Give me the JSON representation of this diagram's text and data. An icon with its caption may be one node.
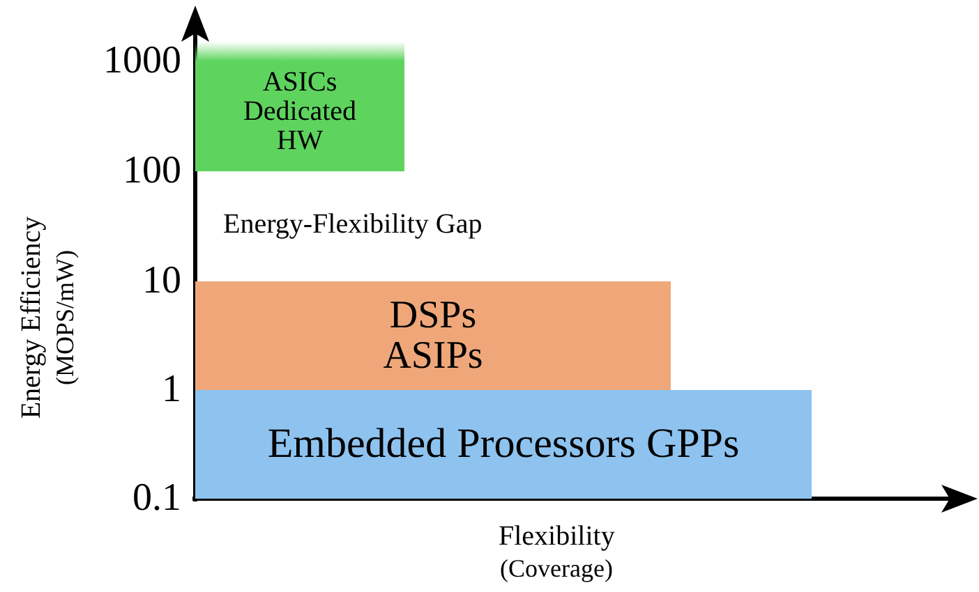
{
  "diagram": {
    "nodes": [
      {
        "text": [
          "ASICs Dedicated HW"
        ]
      },
      {
        "text": [
          "DSPs ASIPs"
        ]
      },
      {
        "text": [
          "Embedded Processors GPPs"
        ]
      }
    ],
    "labels": [
      "1000",
      "100",
      "Energy-Flexibility Gap",
      "10",
      "1",
      "0.1",
      "Energy Efficiency",
      "(MOPS/mW)",
      "Flexibility",
      "(Coverage)"
    ]
  }
}
